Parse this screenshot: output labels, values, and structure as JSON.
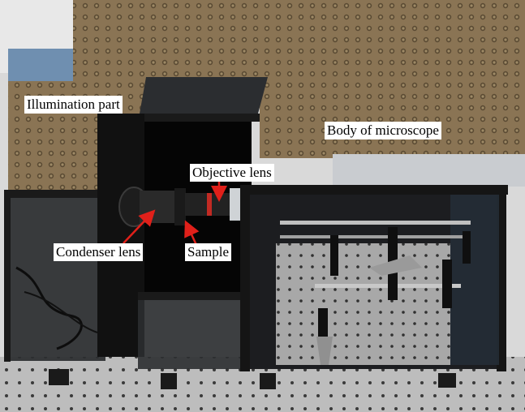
{
  "labels": {
    "illumination": "Illumination part",
    "body": "Body of microscope",
    "objective": "Objective lens",
    "condenser": "Condenser lens",
    "sample": "Sample"
  },
  "colors": {
    "foam": "#8a7454",
    "frame": "#1a1a1a",
    "breadboard": "#b9b9b9",
    "arrow": "#e0201a"
  }
}
